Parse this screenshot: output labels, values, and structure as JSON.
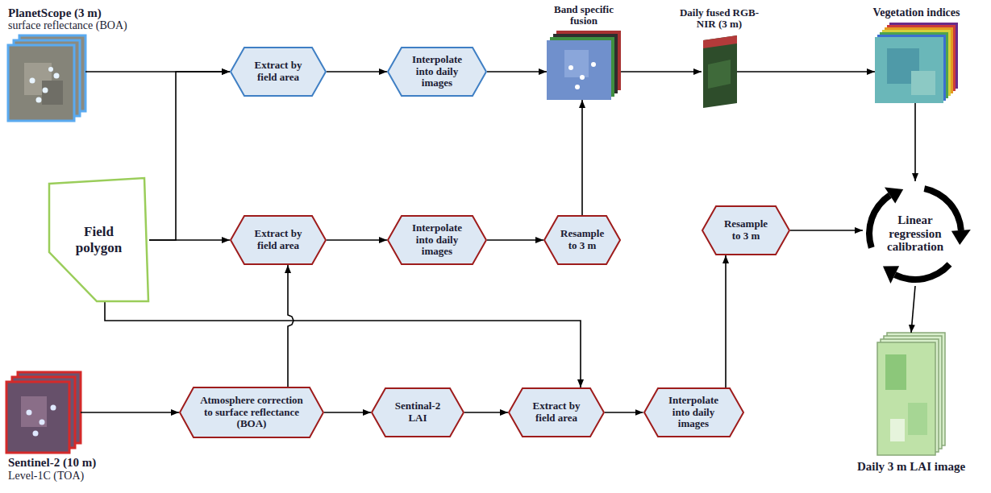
{
  "diagram": {
    "nodes": [
      {
        "text": [
          "PlanetScope (3 m)",
          "surface reflectance (BOA)"
        ]
      },
      {
        "text": [
          "Extract by field area"
        ]
      },
      {
        "text": [
          "Interpolate into daily images"
        ]
      },
      {
        "text": [
          "Band specific fusion"
        ]
      },
      {
        "text": [
          "Daily fused RGB-NIR (3 m)"
        ]
      },
      {
        "text": [
          "Vegetation indices"
        ]
      },
      {
        "text": [
          "Field polygon"
        ]
      },
      {
        "text": [
          "Extract by field area"
        ]
      },
      {
        "text": [
          "Interpolate into daily images"
        ]
      },
      {
        "text": [
          "Resample to 3 m"
        ]
      },
      {
        "text": [
          "Resample to 3 m"
        ]
      },
      {
        "text": [
          "Linear regression calibration"
        ]
      },
      {
        "text": [
          "Sentinel-2 (10 m)",
          "Level-1C (TOA)"
        ]
      },
      {
        "text": [
          "Atmosphere correction to surface reflectance (BOA)"
        ]
      },
      {
        "text": [
          "Sentinal-2 LAI"
        ]
      },
      {
        "text": [
          "Extract by field area"
        ]
      },
      {
        "text": [
          "Interpolate into daily images"
        ]
      },
      {
        "text": [
          "Daily 3 m LAI image"
        ]
      }
    ],
    "edges": [
      {
        "from": 0,
        "to": 1,
        "arrow": "to"
      },
      {
        "from": 6,
        "to": 1,
        "arrow": "to"
      },
      {
        "from": 6,
        "to": 7,
        "arrow": "to"
      },
      {
        "from": 13,
        "to": 7,
        "arrow": "to"
      },
      {
        "from": 6,
        "to": 15,
        "arrow": "to"
      },
      {
        "from": 1,
        "to": 2,
        "arrow": "to"
      },
      {
        "from": 2,
        "to": 3,
        "arrow": "to"
      },
      {
        "from": 7,
        "to": 8,
        "arrow": "to"
      },
      {
        "from": 8,
        "to": 9,
        "arrow": "to"
      },
      {
        "from": 9,
        "to": 3,
        "arrow": "to"
      },
      {
        "from": 3,
        "to": 4,
        "arrow": "to"
      },
      {
        "from": 4,
        "to": 5,
        "arrow": "to"
      },
      {
        "from": 5,
        "to": 11,
        "arrow": "to"
      },
      {
        "from": 10,
        "to": 11,
        "arrow": "to"
      },
      {
        "from": 11,
        "to": 17,
        "arrow": "to"
      },
      {
        "from": 12,
        "to": 13,
        "arrow": "to"
      },
      {
        "from": 13,
        "to": 14,
        "arrow": "to"
      },
      {
        "from": 14,
        "to": 15,
        "arrow": "to"
      },
      {
        "from": 15,
        "to": 16,
        "arrow": "to"
      },
      {
        "from": 16,
        "to": 10,
        "arrow": "to"
      }
    ]
  }
}
